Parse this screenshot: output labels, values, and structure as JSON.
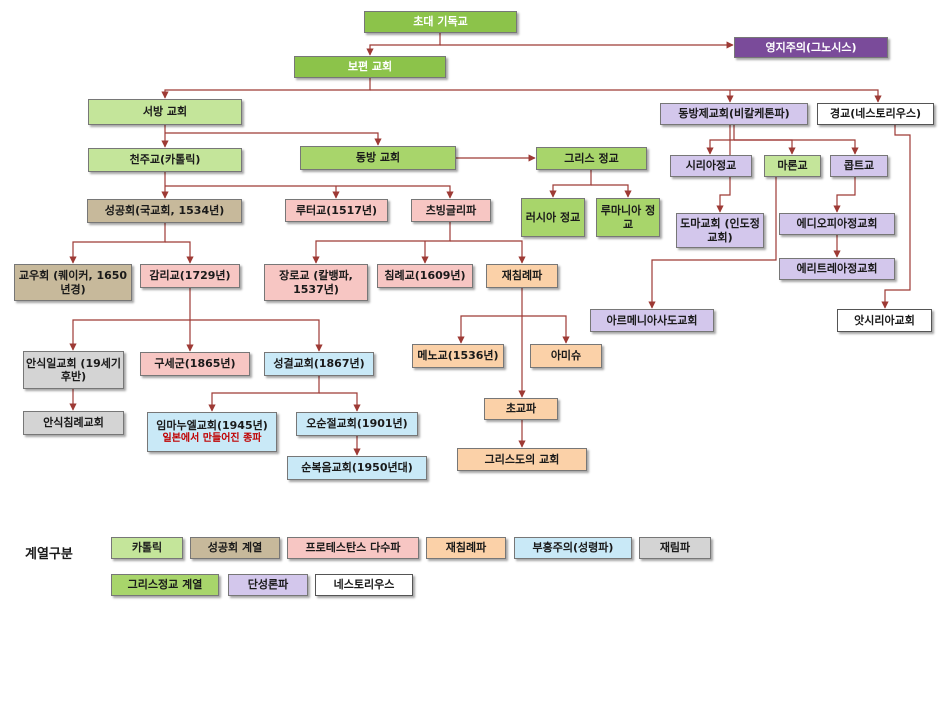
{
  "colors": {
    "catholic": "#c4e59a",
    "anglican": "#c7b99b",
    "protestant": "#f7c6c3",
    "anabaptist": "#fbd1a8",
    "revival": "#c9e9f7",
    "reform": "#d4d4d4",
    "orthodox": "#a8d56b",
    "monophysite": "#d3c7ec",
    "nestorian": "#ffffff",
    "gnostic": "#7a4b9a",
    "origin": "#8cc34a",
    "line": "#9e3a35"
  },
  "nodes": {
    "origin": "초대 기독교",
    "gnostic": "영지주의(그노시스)",
    "universal": "보편 교회",
    "western": "서방 교회",
    "catholic": "천주교(카톨릭)",
    "eastern": "동방 교회",
    "greek_orthodox": "그리스 정교",
    "russian": "러시아 정교",
    "romanian": "루마니아 정교",
    "anglican": "성공회(국교회, 1534년)",
    "lutheran": "루터교(1517년)",
    "zwingli": "츠빙글리파",
    "quaker": "교우회 (퀘이커, 1650년경)",
    "methodist": "감리교(1729년)",
    "presbyterian": "장로교 (칼뱅파, 1537년)",
    "baptist": "침례교(1609년)",
    "anabaptist": "재침례파",
    "adventist": "안식일교회 (19세기 후반)",
    "adventist_baptist": "안식침례교회",
    "salvation": "구세군(1865년)",
    "holiness": "성결교회(1867년)",
    "mennonite": "메노교(1536년)",
    "amish": "아미슈",
    "emmanuel": "임마누엘교회(1945년)",
    "emmanuel_note": "일본에서 만들어진 종파",
    "pentecostal": "오순절교회(1901년)",
    "full_gospel": "순복음교회(1950년대)",
    "hutterite": "초교파",
    "church_of_christ": "그리스도의 교회",
    "eastern_chalcedon": "동방제교회(비칼케톤파)",
    "nestorian": "경교(네스토리우스)",
    "syriac": "시리아정교",
    "maronite": "마론교",
    "coptic": "콥트교",
    "thomas": "도마교회 (인도정교회)",
    "ethiopian": "에디오피아정교회",
    "eritrean": "에리트레아정교회",
    "armenian": "아르메니아사도교회",
    "assyrian": "앗시리아교회"
  },
  "legend": {
    "title": "계열구분",
    "items": [
      "카톨릭",
      "성공회 계열",
      "프로테스탄스 다수파",
      "재침례파",
      "부흥주의(성령파)",
      "재림파",
      "그리스정교 계열",
      "단성론파",
      "네스토리우스"
    ]
  }
}
